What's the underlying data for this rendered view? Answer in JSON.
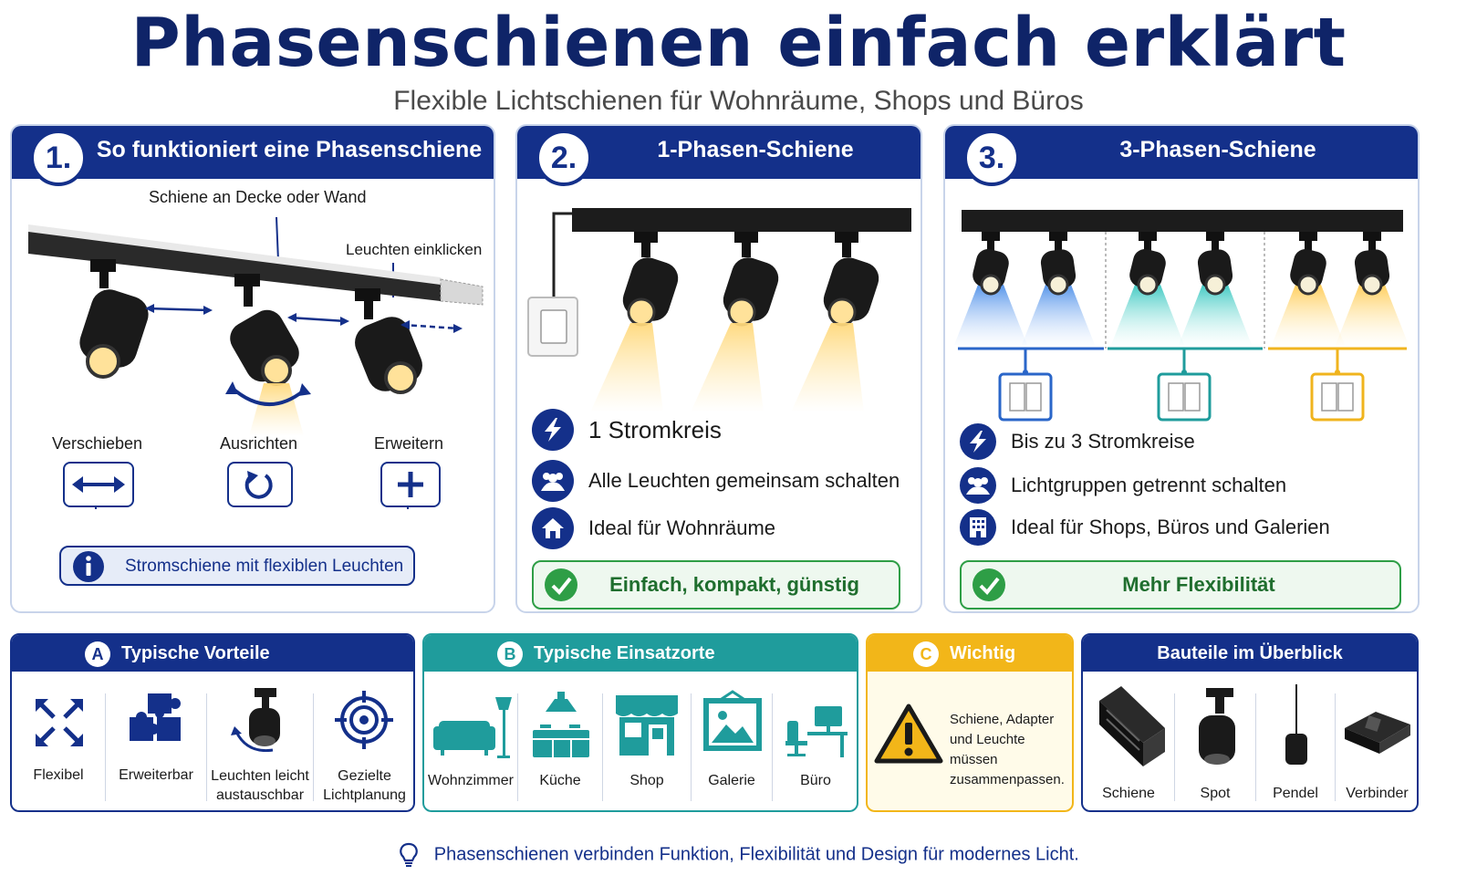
{
  "header": {
    "title": "Phasenschienen einfach erklärt",
    "subtitle": "Flexible Lichtschienen für Wohnräume, Shops und Büros"
  },
  "panel1": {
    "number": "1.",
    "title": "So funktioniert eine Phasenschiene",
    "label_rail": "Schiene an Decke oder Wand",
    "label_click": "Leuchten einklicken",
    "actions": [
      {
        "label": "Verschieben",
        "icon": "double-arrow-icon"
      },
      {
        "label": "Ausrichten",
        "icon": "rotate-icon"
      },
      {
        "label": "Erweitern",
        "icon": "plus-icon"
      }
    ],
    "info": "Stromschiene mit flexiblen Leuchten"
  },
  "panel2": {
    "number": "2.",
    "title": "1-Phasen-Schiene",
    "features": [
      {
        "icon": "lightning-icon",
        "text": "1 Stromkreis"
      },
      {
        "icon": "group-icon",
        "text": "Alle Leuchten gemeinsam schalten"
      },
      {
        "icon": "home-icon",
        "text": "Ideal für Wohnräume"
      }
    ],
    "summary": "Einfach, kompakt, günstig"
  },
  "panel3": {
    "number": "3.",
    "title": "3-Phasen-Schiene",
    "group_colors": [
      "#2a66c9",
      "#1f9c9c",
      "#f0b41e"
    ],
    "features": [
      {
        "icon": "lightning-icon",
        "text": "Bis zu 3 Stromkreise"
      },
      {
        "icon": "group-icon",
        "text": "Lichtgruppen getrennt schalten"
      },
      {
        "icon": "building-icon",
        "text": "Ideal für Shops, Büros und Galerien"
      }
    ],
    "summary": "Mehr Flexibilität"
  },
  "sectionA": {
    "letter": "A",
    "title": "Typische Vorteile",
    "color": "#14308a",
    "items": [
      {
        "icon": "expand-arrows-icon",
        "label": "Flexibel"
      },
      {
        "icon": "puzzle-icon",
        "label": "Erweiterbar"
      },
      {
        "icon": "spotlight-rotate-icon",
        "label": "Leuchten leicht austauschbar"
      },
      {
        "icon": "target-icon",
        "label": "Gezielte Lichtplanung"
      }
    ]
  },
  "sectionB": {
    "letter": "B",
    "title": "Typische Einsatzorte",
    "color": "#1f9c9c",
    "items": [
      {
        "icon": "sofa-icon",
        "label": "Wohnzimmer"
      },
      {
        "icon": "kitchen-icon",
        "label": "Küche"
      },
      {
        "icon": "shop-icon",
        "label": "Shop"
      },
      {
        "icon": "picture-frame-icon",
        "label": "Galerie"
      },
      {
        "icon": "desk-icon",
        "label": "Büro"
      }
    ]
  },
  "sectionC": {
    "letter": "C",
    "title": "Wichtig",
    "color": "#f2b619",
    "text": "Schiene, Adapter und Leuchte müssen zusammenpassen."
  },
  "sectionD": {
    "title": "Bauteile im Überblick",
    "items": [
      {
        "icon": "rail-profile-icon",
        "label": "Schiene"
      },
      {
        "icon": "spot-icon",
        "label": "Spot"
      },
      {
        "icon": "pendant-icon",
        "label": "Pendel"
      },
      {
        "icon": "connector-icon",
        "label": "Verbinder"
      }
    ]
  },
  "footer": {
    "text": "Phasenschienen verbinden Funktion, Flexibilität und Design für modernes Licht."
  }
}
